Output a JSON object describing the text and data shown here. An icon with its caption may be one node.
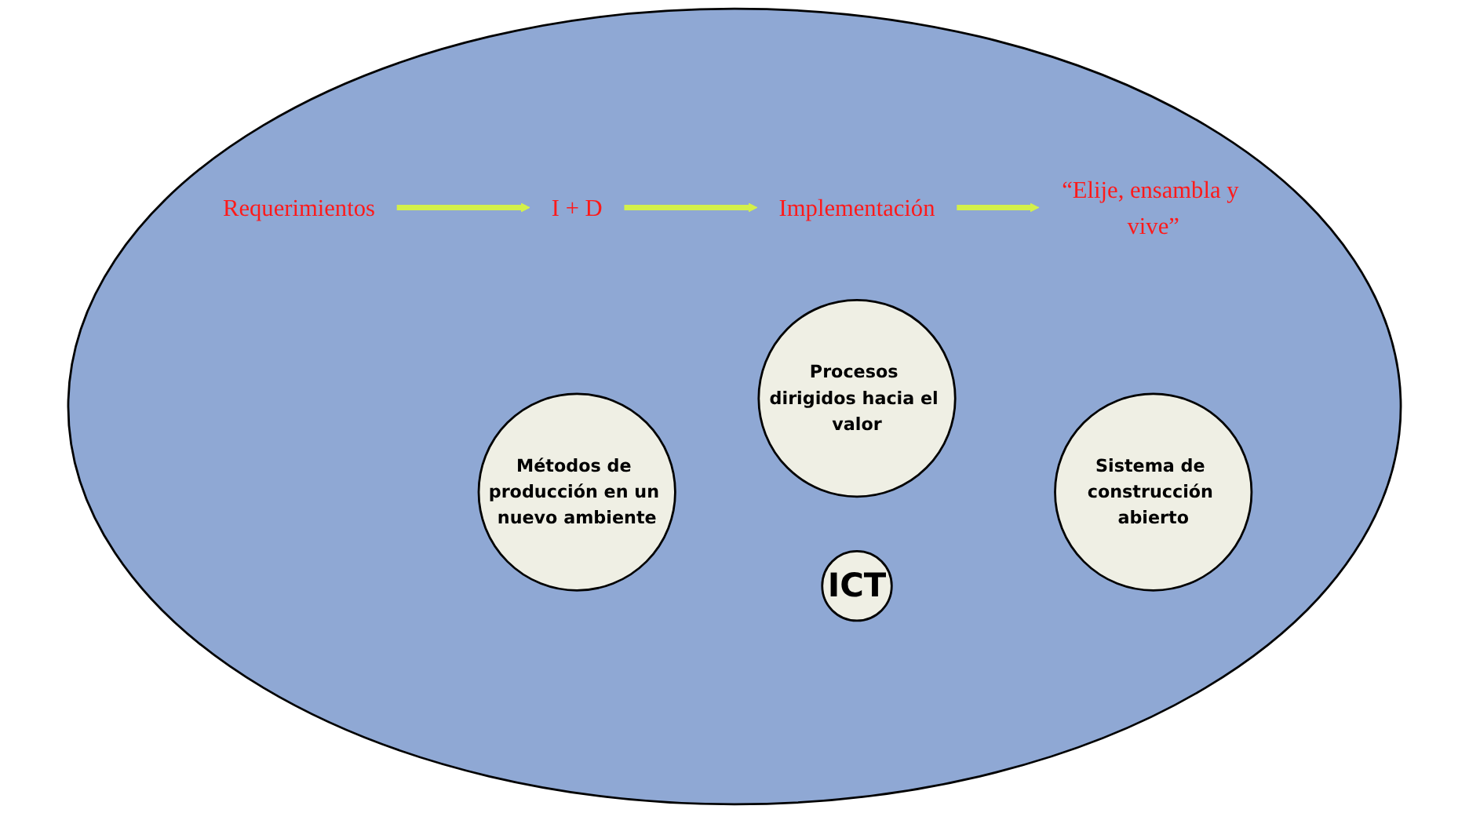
{
  "diagram": {
    "nodes": [
      {
        "text": [],
        "shape": "ellipse"
      },
      {
        "text": [
          "Requerimientos"
        ],
        "in": 0
      },
      {
        "text": [
          "I + D"
        ],
        "in": 0
      },
      {
        "text": [
          "Procesos dirigidos hacia el valor"
        ],
        "in": 0
      },
      {
        "text": [
          "Métodos de producción en un nuevo ambiente"
        ],
        "in": 0
      },
      {
        "text": [
          "Sistema de construcción abierto"
        ],
        "in": 0
      },
      {
        "text": [
          "ICT"
        ],
        "in": 0
      },
      {
        "text": [
          "Implementación"
        ],
        "in": 0
      },
      {
        "text": [
          "“Elije, ensambla y vive”"
        ],
        "in": 0
      }
    ],
    "edges": [
      {
        "from": 1,
        "to": 2,
        "arrow": "to"
      },
      {
        "from": 2,
        "to": 7,
        "arrow": "to"
      },
      {
        "from": 7,
        "to": 8,
        "arrow": "to"
      }
    ]
  }
}
